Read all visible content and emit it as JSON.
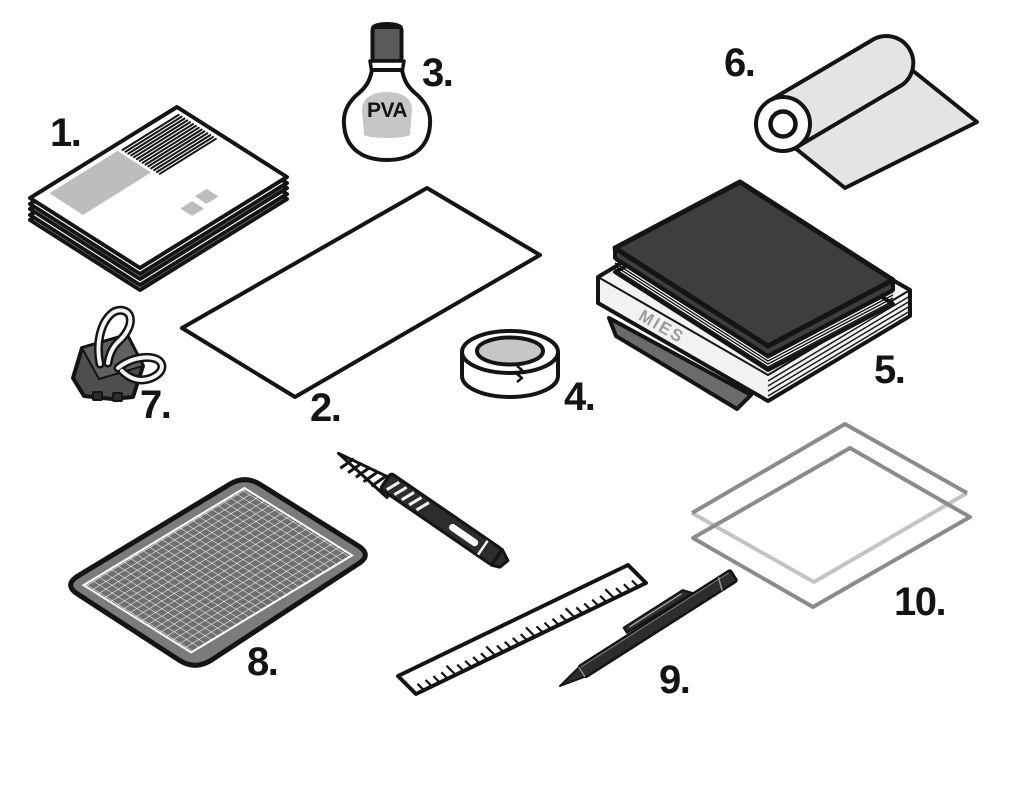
{
  "figure": {
    "kind": "bookbinding-materials-diagram",
    "background": "#ffffff"
  },
  "items": [
    {
      "num": "1.",
      "name": "printed-sheets-stack"
    },
    {
      "num": "2.",
      "name": "cover-sheet"
    },
    {
      "num": "3.",
      "name": "pva-glue-bottle"
    },
    {
      "num": "4.",
      "name": "tape-roll"
    },
    {
      "num": "5.",
      "name": "books-stack"
    },
    {
      "num": "6.",
      "name": "paper-roll"
    },
    {
      "num": "7.",
      "name": "binder-clip"
    },
    {
      "num": "8.",
      "name": "cutting-mat"
    },
    {
      "num": "9.",
      "name": "ruler-and-pen"
    },
    {
      "num": "10.",
      "name": "acetate-sheets"
    }
  ],
  "texts": {
    "glue_label": "PVA",
    "book_spine": "MIES"
  },
  "colors": {
    "outline": "#141414",
    "paper_white": "#ffffff",
    "light_gray": "#e4e4e4",
    "mid_gray": "#c2c2c2",
    "image_placeholder": "#bdbdbd",
    "dark_book_cover": "#3e3e3e",
    "gray_book": "#6b6b6b",
    "mat_rim": "#7b7b7b",
    "mat_surface": "#6f6f6f",
    "clip_body": "#4e4e4e",
    "tool_dark": "#2d2d2d",
    "spine_text": "#9c9c9c",
    "acetate_stroke": "#8b8b8b",
    "acetate_stroke_light": "#c4c4c4"
  }
}
